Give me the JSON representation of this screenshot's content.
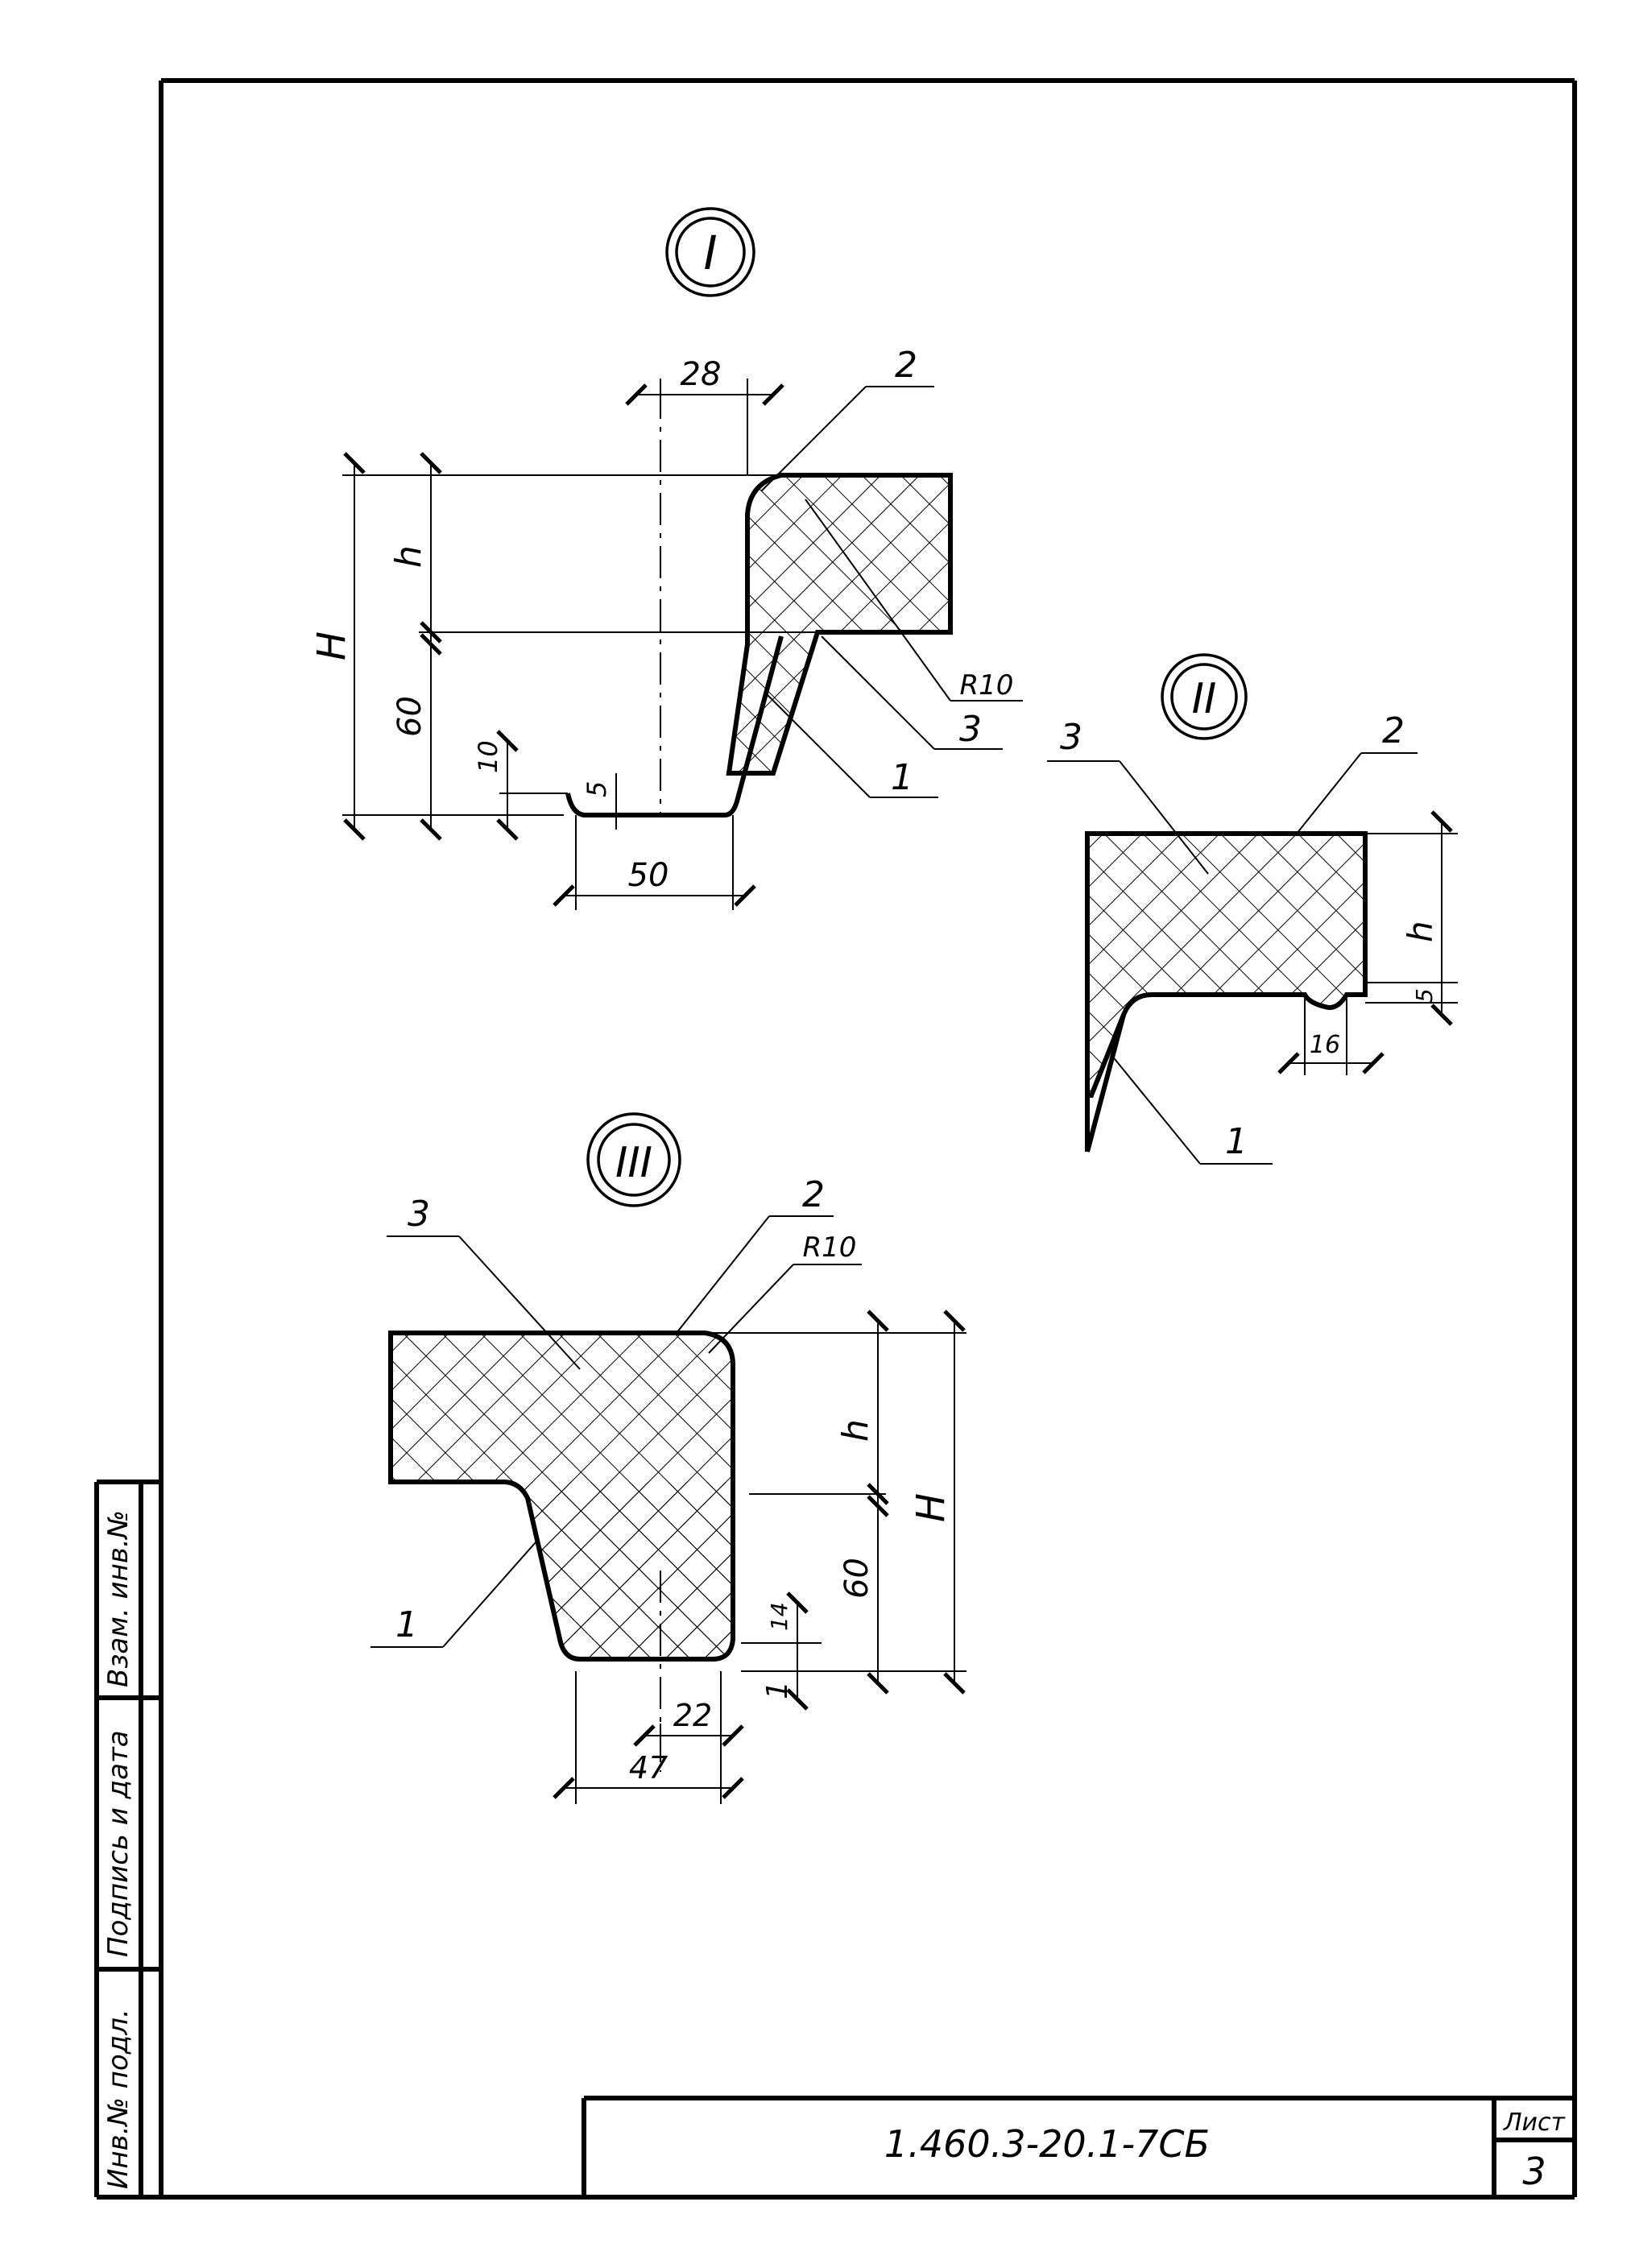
{
  "sheet": {
    "code": "1.460.3-20.1-7СБ",
    "sheet_label": "Лист",
    "sheet_number": "3"
  },
  "side_stamp": {
    "inv_no_orig": "Инв.№ подл.",
    "sign_date": "Подпись и дата",
    "inv_no_replace": "Взам. инв.№"
  },
  "views": {
    "view1": {
      "marker": "I",
      "dims": {
        "top": "28",
        "h": "h",
        "H": "H",
        "d60": "60",
        "d10": "10",
        "d5": "5",
        "d50": "50",
        "r10": "R10"
      },
      "callouts": {
        "c1": "1",
        "c2": "2",
        "c3": "3"
      }
    },
    "view2": {
      "marker": "II",
      "dims": {
        "h": "h",
        "d5": "5",
        "d16": "16"
      },
      "callouts": {
        "c1": "1",
        "c2": "2",
        "c3": "3"
      }
    },
    "view3": {
      "marker": "III",
      "dims": {
        "h": "h",
        "H": "H",
        "d60": "60",
        "d14": "14",
        "d1": "1",
        "d22": "22",
        "d47": "47",
        "r10": "R10"
      },
      "callouts": {
        "c1": "1",
        "c2": "2",
        "c3": "3"
      }
    }
  }
}
